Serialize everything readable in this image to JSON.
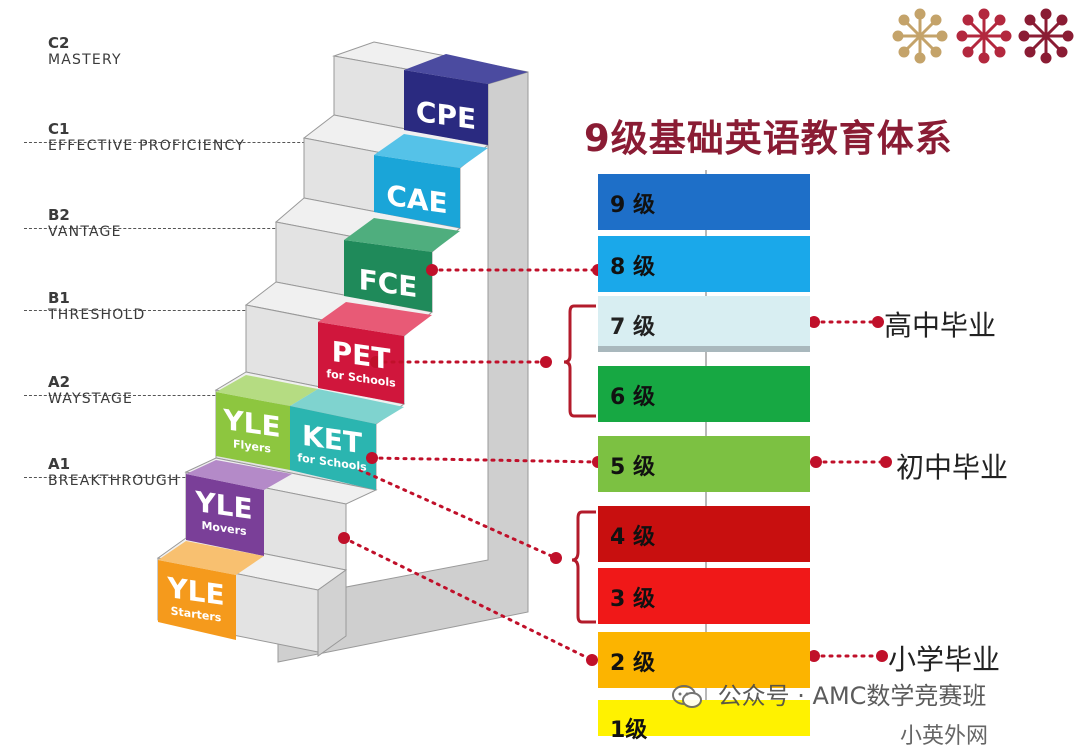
{
  "cefr_levels": [
    {
      "code": "C2",
      "name": "MASTERY"
    },
    {
      "code": "C1",
      "name": "EFFECTIVE PROFICIENCY"
    },
    {
      "code": "B2",
      "name": "VANTAGE"
    },
    {
      "code": "B1",
      "name": "THRESHOLD"
    },
    {
      "code": "A2",
      "name": "WAYSTAGE"
    },
    {
      "code": "A1",
      "name": "BREAKTHROUGH"
    }
  ],
  "exams": {
    "cpe": {
      "big": "CPE",
      "color": "#2a2a80"
    },
    "cae": {
      "big": "CAE",
      "color": "#1aa5d8"
    },
    "fce": {
      "big": "FCE",
      "color": "#1f8a5a"
    },
    "pet": {
      "big": "PET",
      "small": "for Schools",
      "color": "#d0163c"
    },
    "ket": {
      "big": "KET",
      "small": "for Schools",
      "color": "#2bb5b0"
    },
    "yle_flyers": {
      "big": "YLE",
      "small": "Flyers",
      "color": "#8dc63f"
    },
    "yle_movers": {
      "big": "YLE",
      "small": "Movers",
      "color": "#7a3f98"
    },
    "yle_starters": {
      "big": "YLE",
      "small": "Starters",
      "color": "#f59a1c"
    }
  },
  "title": "9级基础英语教育体系",
  "levels": [
    {
      "label": "9 级",
      "color": "#1e6fc8"
    },
    {
      "label": "8 级",
      "color": "#1aa8ea"
    },
    {
      "label": "7 级",
      "color": "#d8eef2"
    },
    {
      "label": "6 级",
      "color": "#17a843"
    },
    {
      "label": "5 级",
      "color": "#7cc142"
    },
    {
      "label": "4 级",
      "color": "#c80f0f"
    },
    {
      "label": "3 级",
      "color": "#f01818"
    },
    {
      "label": "2 级",
      "color": "#fcb400"
    },
    {
      "label": "1级",
      "color": "#fff200"
    }
  ],
  "milestones": {
    "high_school": "高中毕业",
    "junior_high": "初中毕业",
    "primary": "小学毕业"
  },
  "watermark": {
    "text": "公众号 · AMC数学竞赛班",
    "text2": "小英外网"
  },
  "colors": {
    "title": "#8a1c34",
    "connector": "#c0102a",
    "stair_face": "#e6e6e6",
    "stair_side": "#cfcfcf"
  }
}
